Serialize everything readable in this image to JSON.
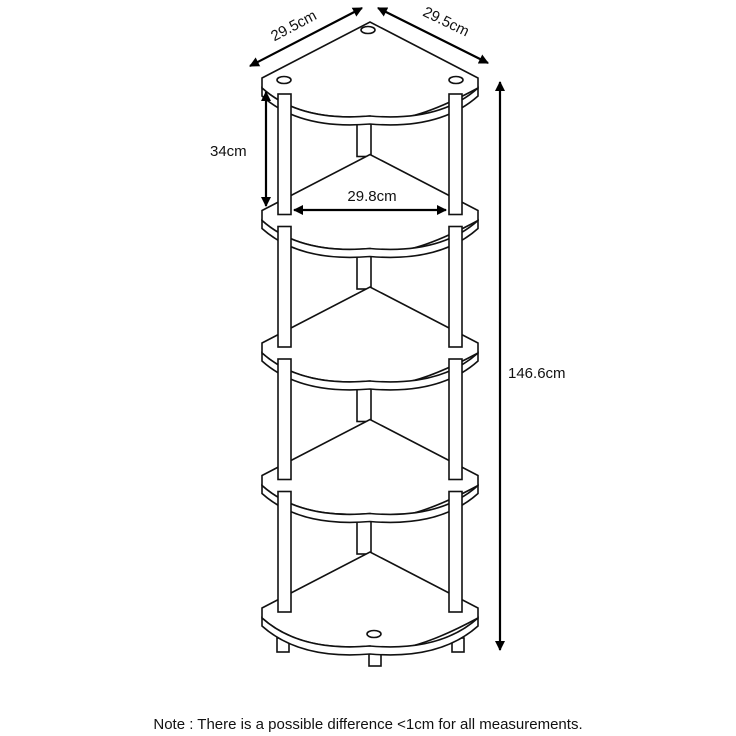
{
  "dimensions": {
    "top_left_width": "29.5cm",
    "top_right_depth": "29.5cm",
    "shelf_spacing": "34cm",
    "shelf_front_width": "29.8cm",
    "total_height": "146.6cm"
  },
  "shelf_count": 5,
  "note": "Note : There is a possible difference <1cm for all measurements."
}
